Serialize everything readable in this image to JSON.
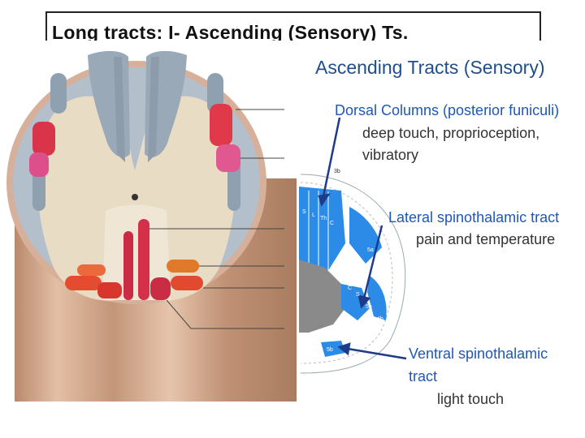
{
  "slide": {
    "title": "Long tracts: I- Ascending (Sensory) Ts."
  },
  "diagram": {
    "heading": "Ascending Tracts (Sensory)",
    "tracts": [
      {
        "name": "Dorsal Columns (posterior funiculi)",
        "desc_lines": [
          "deep touch, proprioception,",
          "vibratory"
        ]
      },
      {
        "name": "Lateral spinothalamic tract",
        "desc_lines": [
          "pain and temperature"
        ]
      },
      {
        "name_lines": [
          "Ventral spinothalamic",
          "tract"
        ],
        "desc_lines": [
          "light touch"
        ]
      }
    ],
    "small_labels": [
      "3b",
      "S",
      "L",
      "Th",
      "C",
      "5a",
      "C",
      "S",
      "5a",
      "4b",
      "5b"
    ]
  },
  "colors": {
    "title_text": "#111111",
    "heading": "#1f4e8c",
    "tract_name": "#1f57b8",
    "tract_blue": "#2b8be6",
    "arrow": "#1e3a8a",
    "gray_matter": "#e9dcc4",
    "white_matter": "#a9b6c3",
    "cord_outer": "#c9a085"
  }
}
